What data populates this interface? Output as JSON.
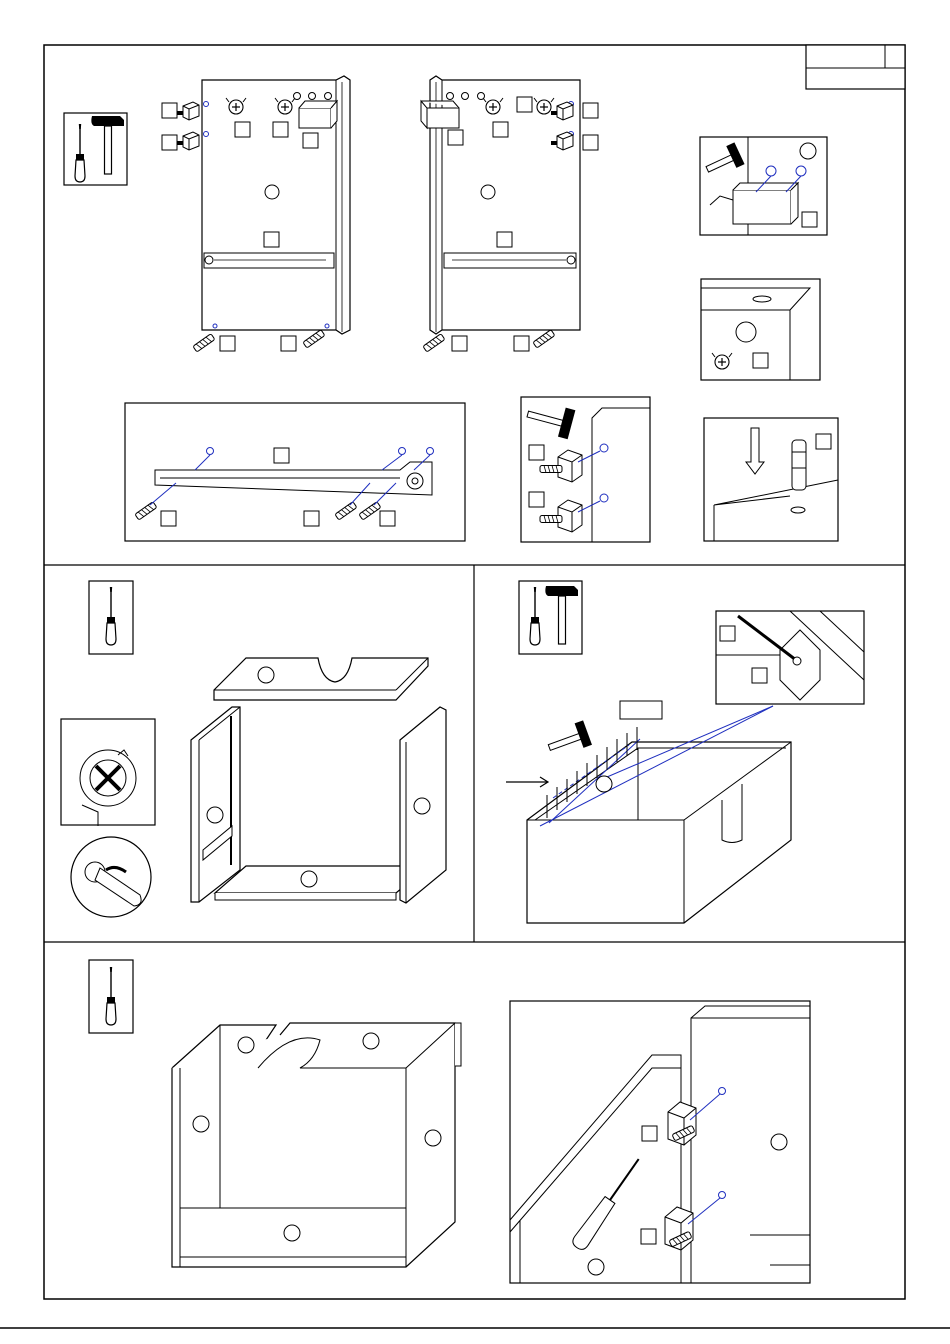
{
  "document": {
    "type": "assembly-instructions",
    "sections": [
      "parts-preassembly",
      "carcass-assembly",
      "back-and-nailing",
      "final-fixing"
    ],
    "label_boxes_text": ""
  },
  "tools": {
    "section1": [
      "screwdriver-icon",
      "hammer-icon"
    ],
    "section2": [
      "screwdriver-icon"
    ],
    "section3": [
      "screwdriver-icon",
      "hammer-icon"
    ],
    "section4": [
      "screwdriver-icon"
    ]
  },
  "colors": {
    "line": "#000000",
    "guide_line": "#1f2fbf",
    "fill": "#ffffff"
  }
}
